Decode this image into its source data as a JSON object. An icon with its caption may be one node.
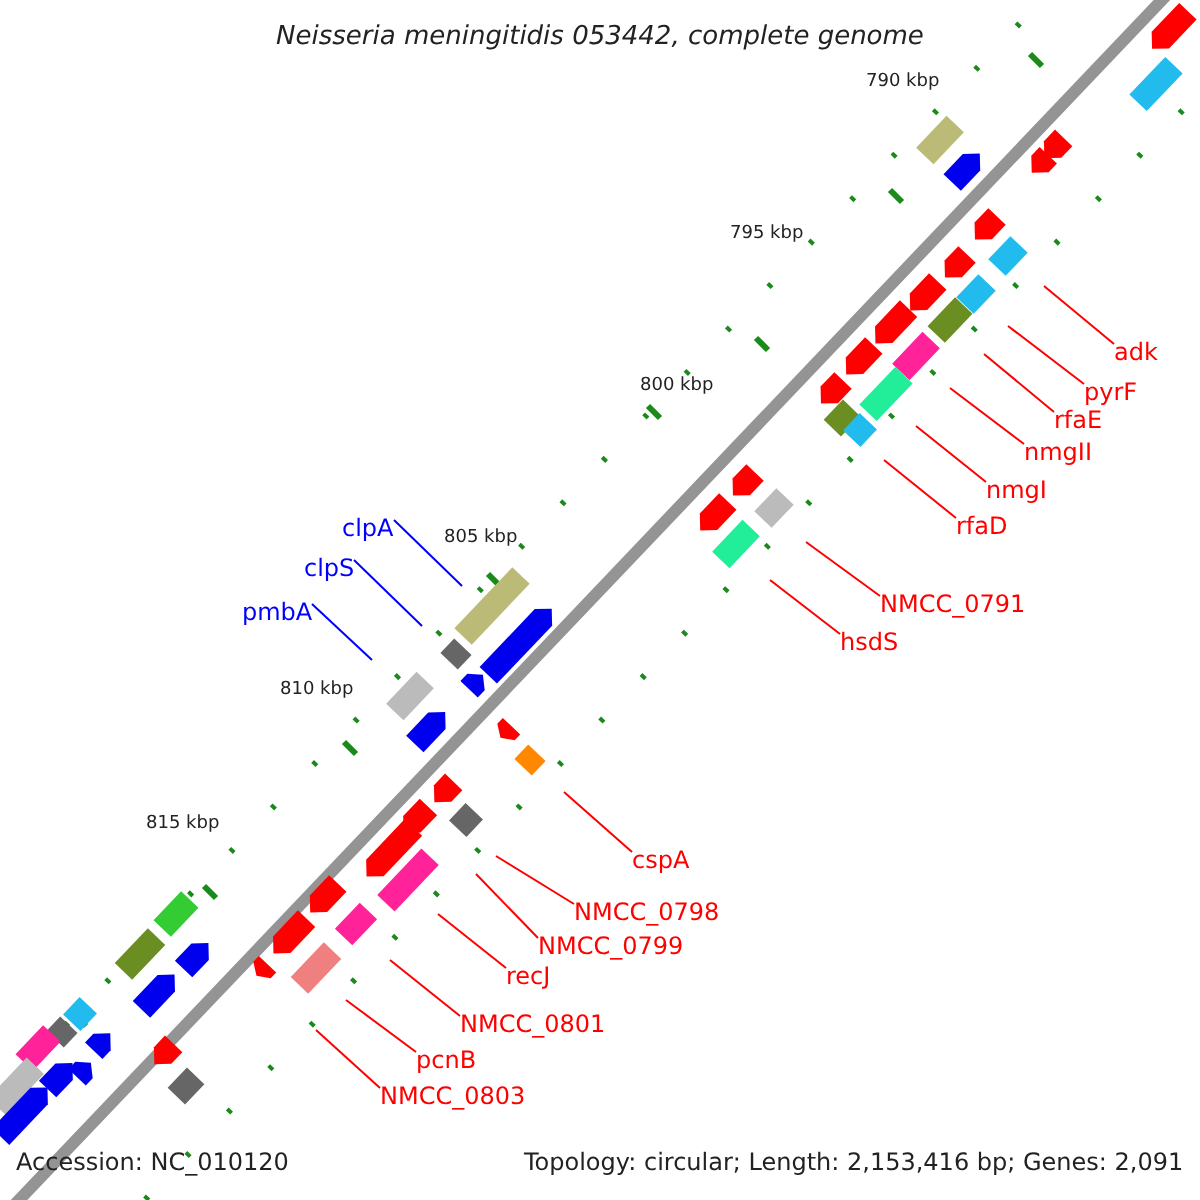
{
  "diagram": {
    "title": "Neisseria meningitidis 053442, complete genome",
    "nodes": [
      {
        "text": [
          "adk"
        ]
      },
      {
        "text": [
          "pyrF"
        ]
      },
      {
        "text": [
          "rfaE"
        ]
      },
      {
        "text": [
          "nmgII"
        ]
      },
      {
        "text": [
          "nmgI"
        ]
      },
      {
        "text": [
          "rfaD"
        ]
      },
      {
        "text": [
          "NMCC_0791"
        ]
      },
      {
        "text": [
          "hsdS"
        ]
      },
      {
        "text": [
          "clpA"
        ]
      },
      {
        "text": [
          "clpS"
        ]
      },
      {
        "text": [
          "pmbA"
        ]
      },
      {
        "text": [
          "cspA"
        ]
      },
      {
        "text": [
          "NMCC_0798"
        ]
      },
      {
        "text": [
          "NMCC_0799"
        ]
      },
      {
        "text": [
          "recJ"
        ]
      },
      {
        "text": [
          "NMCC_0801"
        ]
      },
      {
        "text": [
          "pcnB"
        ]
      },
      {
        "text": [
          "NMCC_0803"
        ]
      }
    ],
    "edges": [
      {
        "from": 0,
        "to": null,
        "arrow": "none"
      },
      {
        "from": 1,
        "to": null,
        "arrow": "none"
      },
      {
        "from": 2,
        "to": null,
        "arrow": "none"
      },
      {
        "from": 3,
        "to": null,
        "arrow": "none"
      },
      {
        "from": 4,
        "to": null,
        "arrow": "none"
      },
      {
        "from": 5,
        "to": null,
        "arrow": "none"
      },
      {
        "from": 6,
        "to": null,
        "arrow": "none"
      },
      {
        "from": 7,
        "to": null,
        "arrow": "none"
      },
      {
        "from": 8,
        "to": null,
        "arrow": "none",
        "color": "#0000ff"
      },
      {
        "from": 9,
        "to": null,
        "arrow": "none",
        "color": "#0000ff"
      },
      {
        "from": 10,
        "to": null,
        "arrow": "none",
        "color": "#0000ff"
      },
      {
        "from": 11,
        "to": null,
        "arrow": "none"
      },
      {
        "from": 12,
        "to": null,
        "arrow": "none"
      },
      {
        "from": 13,
        "to": null,
        "arrow": "none"
      },
      {
        "from": 14,
        "to": null,
        "arrow": "none"
      },
      {
        "from": 15,
        "to": null,
        "arrow": "none"
      },
      {
        "from": 16,
        "to": null,
        "arrow": "none"
      },
      {
        "from": 17,
        "to": null,
        "arrow": "none"
      }
    ],
    "labels": [
      "790 kbp",
      "795 kbp",
      "800 kbp",
      "805 kbp",
      "810 kbp",
      "815 kbp",
      "Accession: NC_010120",
      "Topology: circular; Length: 2,153,416 bp; Genes: 2,091"
    ]
  }
}
